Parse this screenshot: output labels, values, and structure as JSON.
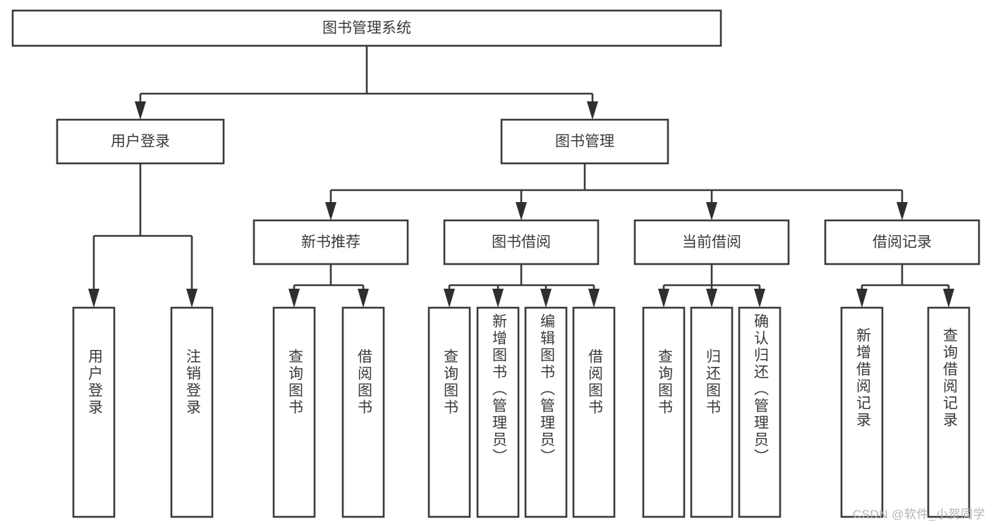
{
  "diagram": {
    "type": "tree",
    "title": "图书管理系统",
    "watermark": "CSDN @软件_小贺同学",
    "colors": {
      "box_stroke": "#393939",
      "box_fill": "#ffffff",
      "text": "#3a3a3a",
      "arrow": "#2f2f2f",
      "watermark": "#b4b4b4",
      "background": "#ffffff"
    },
    "root": {
      "label": "图书管理系统"
    },
    "level2": [
      {
        "label": "用户登录"
      },
      {
        "label": "图书管理"
      }
    ],
    "level3": [
      {
        "label": "新书推荐"
      },
      {
        "label": "图书借阅"
      },
      {
        "label": "当前借阅"
      },
      {
        "label": "借阅记录"
      }
    ],
    "leaves": {
      "user_login": [
        {
          "label": "用户登录"
        },
        {
          "label": "注销登录"
        }
      ],
      "new_book_recommend": [
        {
          "label": "查询图书"
        },
        {
          "label": "借阅图书"
        }
      ],
      "book_borrow": [
        {
          "label": "查询图书"
        },
        {
          "label": "新增图书（管理员）"
        },
        {
          "label": "编辑图书（管理员）"
        },
        {
          "label": "借阅图书"
        }
      ],
      "current_borrow": [
        {
          "label": "查询图书"
        },
        {
          "label": "归还图书"
        },
        {
          "label": "确认归还（管理员）"
        }
      ],
      "borrow_record": [
        {
          "label": "新增借阅记录"
        },
        {
          "label": "查询借阅记录"
        }
      ]
    }
  }
}
